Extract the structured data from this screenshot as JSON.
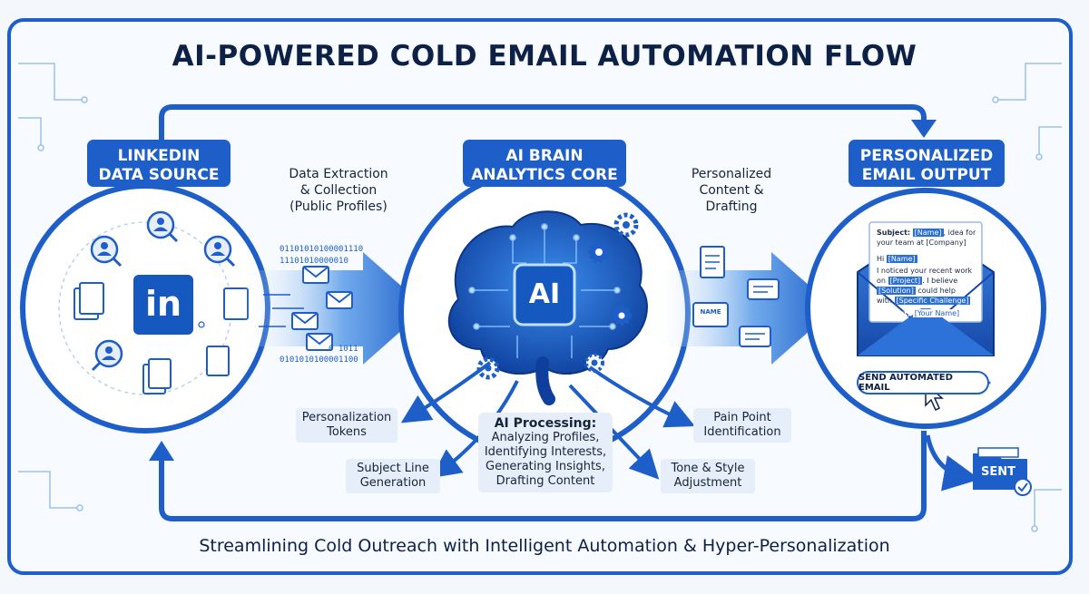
{
  "title": "AI-POWERED COLD EMAIL AUTOMATION FLOW",
  "subtitle": "Streamlining Cold Outreach with Intelligent Automation & Hyper-Personalization",
  "nodes": {
    "source": {
      "line1": "LINKEDIN",
      "line2": "DATA SOURCE",
      "logo": "in"
    },
    "brain": {
      "line1": "AI BRAIN",
      "line2": "ANALYTICS CORE",
      "chip": "AI"
    },
    "output": {
      "line1": "PERSONALIZED",
      "line2": "EMAIL OUTPUT"
    }
  },
  "flows": {
    "extraction": {
      "line1": "Data Extraction",
      "line2": "& Collection",
      "line3": "(Public Profiles)"
    },
    "drafting": {
      "line1": "Personalized",
      "line2": "Content &",
      "line3": "Drafting"
    }
  },
  "binary": {
    "row1": "01101010100001110",
    "row2": "11101010000010",
    "row3": "0 1011",
    "row4": "0101010100001100"
  },
  "processing": {
    "heading": "AI Processing:",
    "line1": "Analyzing Profiles,",
    "line2": "Identifying Interests,",
    "line3": "Generating Insights,",
    "line4": "Drafting Content"
  },
  "tags": {
    "tokens": {
      "line1": "Personalization",
      "line2": "Tokens"
    },
    "subject": {
      "line1": "Subject Line",
      "line2": "Generation"
    },
    "pain": {
      "line1": "Pain Point",
      "line2": "Identification"
    },
    "tone": {
      "line1": "Tone & Style",
      "line2": "Adjustment"
    }
  },
  "email": {
    "subject_prefix": "Subject:",
    "subject_token": "[Name]",
    "subject_rest": ", idea for",
    "subject_line2": "your team at [Company]",
    "greeting_prefix": "Hi",
    "greeting_token": "[Name]",
    "body1": "I noticed your recent work",
    "body2_prefix": "on",
    "body2_token": "[Project]",
    "body2_rest": ". I believe",
    "body3_token": "[Solution]",
    "body3_rest": "could help",
    "body4_prefix": "with",
    "body4_token": "[Specific Challenge]",
    "sign_prefix": "Best,",
    "sign_token": "[Your Name]",
    "send_label": "SEND AUTOMATED EMAIL",
    "sent_label": "SENT",
    "card_token": "NAME"
  },
  "colors": {
    "primary": "#1d5ec9",
    "dark": "#0d2147",
    "accent": "#2a7de1",
    "light": "#e5eef9"
  }
}
